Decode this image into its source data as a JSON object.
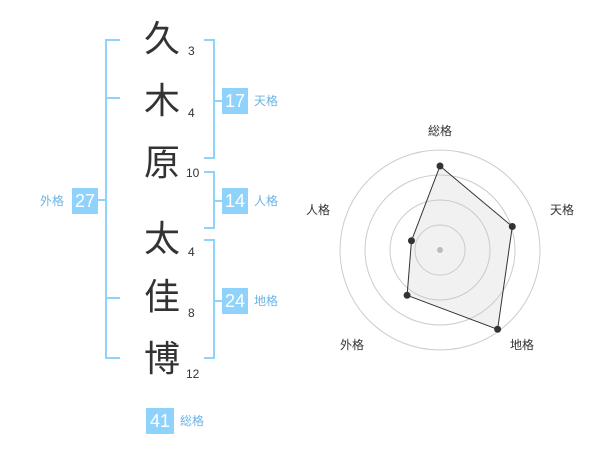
{
  "colors": {
    "accent": "#8fd3fc",
    "bracket": "#8fd3fc",
    "label": "#6ab4e6",
    "text": "#333333"
  },
  "surname": [
    {
      "char": "久",
      "strokes": "3"
    },
    {
      "char": "木",
      "strokes": "4"
    },
    {
      "char": "原",
      "strokes": "10"
    }
  ],
  "given": [
    {
      "char": "太",
      "strokes": "4"
    },
    {
      "char": "佳",
      "strokes": "8"
    },
    {
      "char": "博",
      "strokes": "12"
    }
  ],
  "fortunes": {
    "tenkaku": {
      "value": "17",
      "label": "天格"
    },
    "jinkaku": {
      "value": "14",
      "label": "人格"
    },
    "chikaku": {
      "value": "24",
      "label": "地格"
    },
    "gaikaku": {
      "value": "27",
      "label": "外格"
    },
    "soukaku": {
      "value": "41",
      "label": "総格"
    }
  },
  "chart_data": {
    "type": "radar",
    "axes": [
      "総格",
      "天格",
      "地格",
      "外格",
      "人格"
    ],
    "values": [
      4.2,
      3.8,
      4.9,
      2.8,
      1.5
    ],
    "max": 5,
    "rings": 4
  }
}
